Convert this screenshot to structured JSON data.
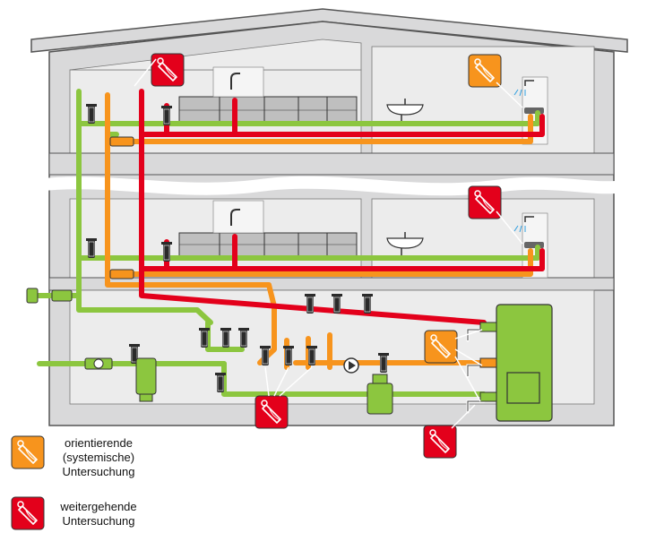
{
  "legend": {
    "orange": {
      "line1": "orientierende",
      "line2": "(systemische)",
      "line3": "Untersuchung"
    },
    "red": {
      "line1": "weitergehende",
      "line2": "Untersuchung"
    }
  },
  "colors": {
    "cold_water": "#8cc63f",
    "hot_water": "#f7941d",
    "circulation": "#e3001b",
    "building_fill": "#d9d9da",
    "building_outline": "#555555",
    "wall_interior": "#ececec",
    "marker_orange": "#f7941d",
    "marker_red": "#e3001b"
  },
  "icons": {
    "sampling_marker": "sampling-tag-icon",
    "pump": "circulation-pump-icon",
    "valve": "valve-icon",
    "filter": "filter-icon",
    "water_heater": "water-heater-icon"
  }
}
